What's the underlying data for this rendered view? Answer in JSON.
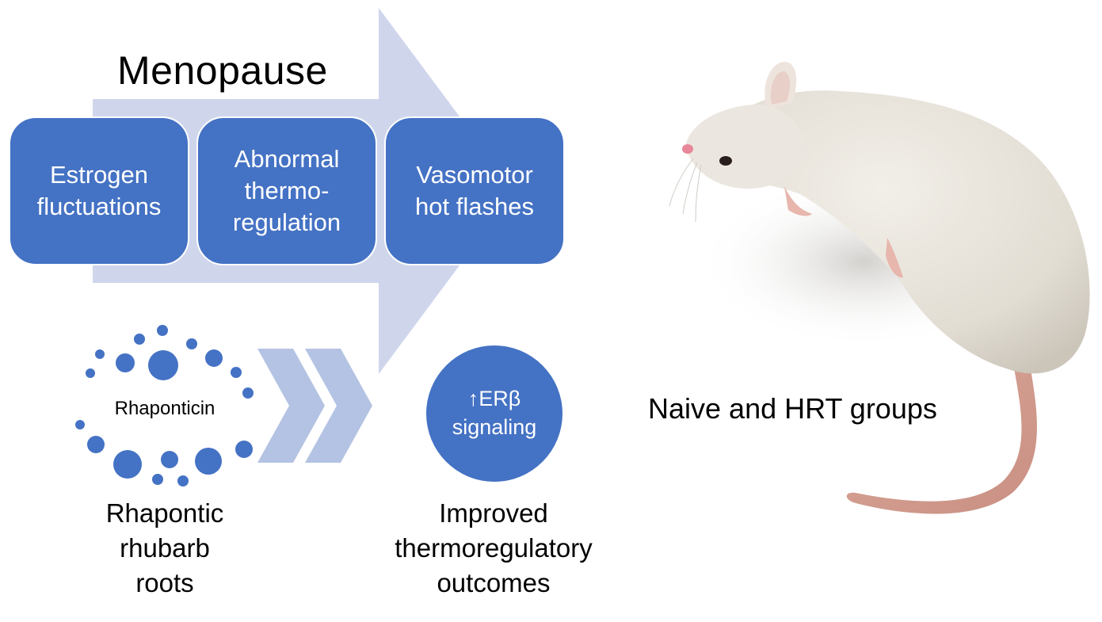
{
  "title": "Menopause",
  "steps": [
    {
      "label": "Estrogen\nfluctuations"
    },
    {
      "label": "Abnormal\nthermo-\nregulation"
    },
    {
      "label": "Vasomotor\nhot flashes"
    }
  ],
  "compound": {
    "name": "Rhaponticin",
    "source_label": "Rhapontic\nrhubarb\nroots"
  },
  "mechanism": {
    "circle_label": "↑ERβ\nsignaling",
    "outcome_label": "Improved\nthermoregulatory\noutcomes"
  },
  "rat_caption": "Naive and HRT groups",
  "colors": {
    "box": "#4472c4",
    "arrow": "#cfd6ec",
    "chevron": "#b4c3e3",
    "dots": "#4472c4"
  },
  "icons": {
    "process_arrow": "large-right-arrow",
    "chevrons": "double-chevron-right",
    "animal": "white-rat-illustration"
  }
}
